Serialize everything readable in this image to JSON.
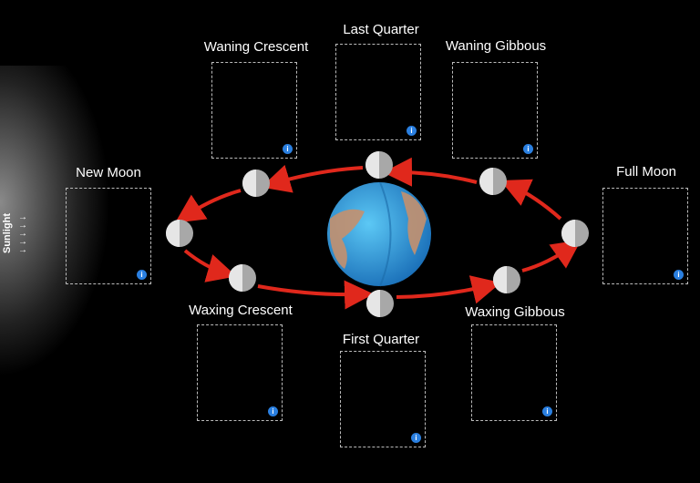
{
  "sunlight": {
    "label": "Sunlight",
    "arrows": "→\n→\n→\n→\n→"
  },
  "phases": [
    {
      "name": "New Moon"
    },
    {
      "name": "Waxing Crescent"
    },
    {
      "name": "First Quarter"
    },
    {
      "name": "Waxing Gibbous"
    },
    {
      "name": "Full Moon"
    },
    {
      "name": "Waning Gibbous"
    },
    {
      "name": "Last Quarter"
    },
    {
      "name": "Waning Crescent"
    }
  ],
  "info_icon": "i",
  "colors": {
    "orbit": "#e0281c",
    "ocean": "#2a9be0",
    "land": "#c08a6a",
    "moon": "#dcdcdc"
  }
}
